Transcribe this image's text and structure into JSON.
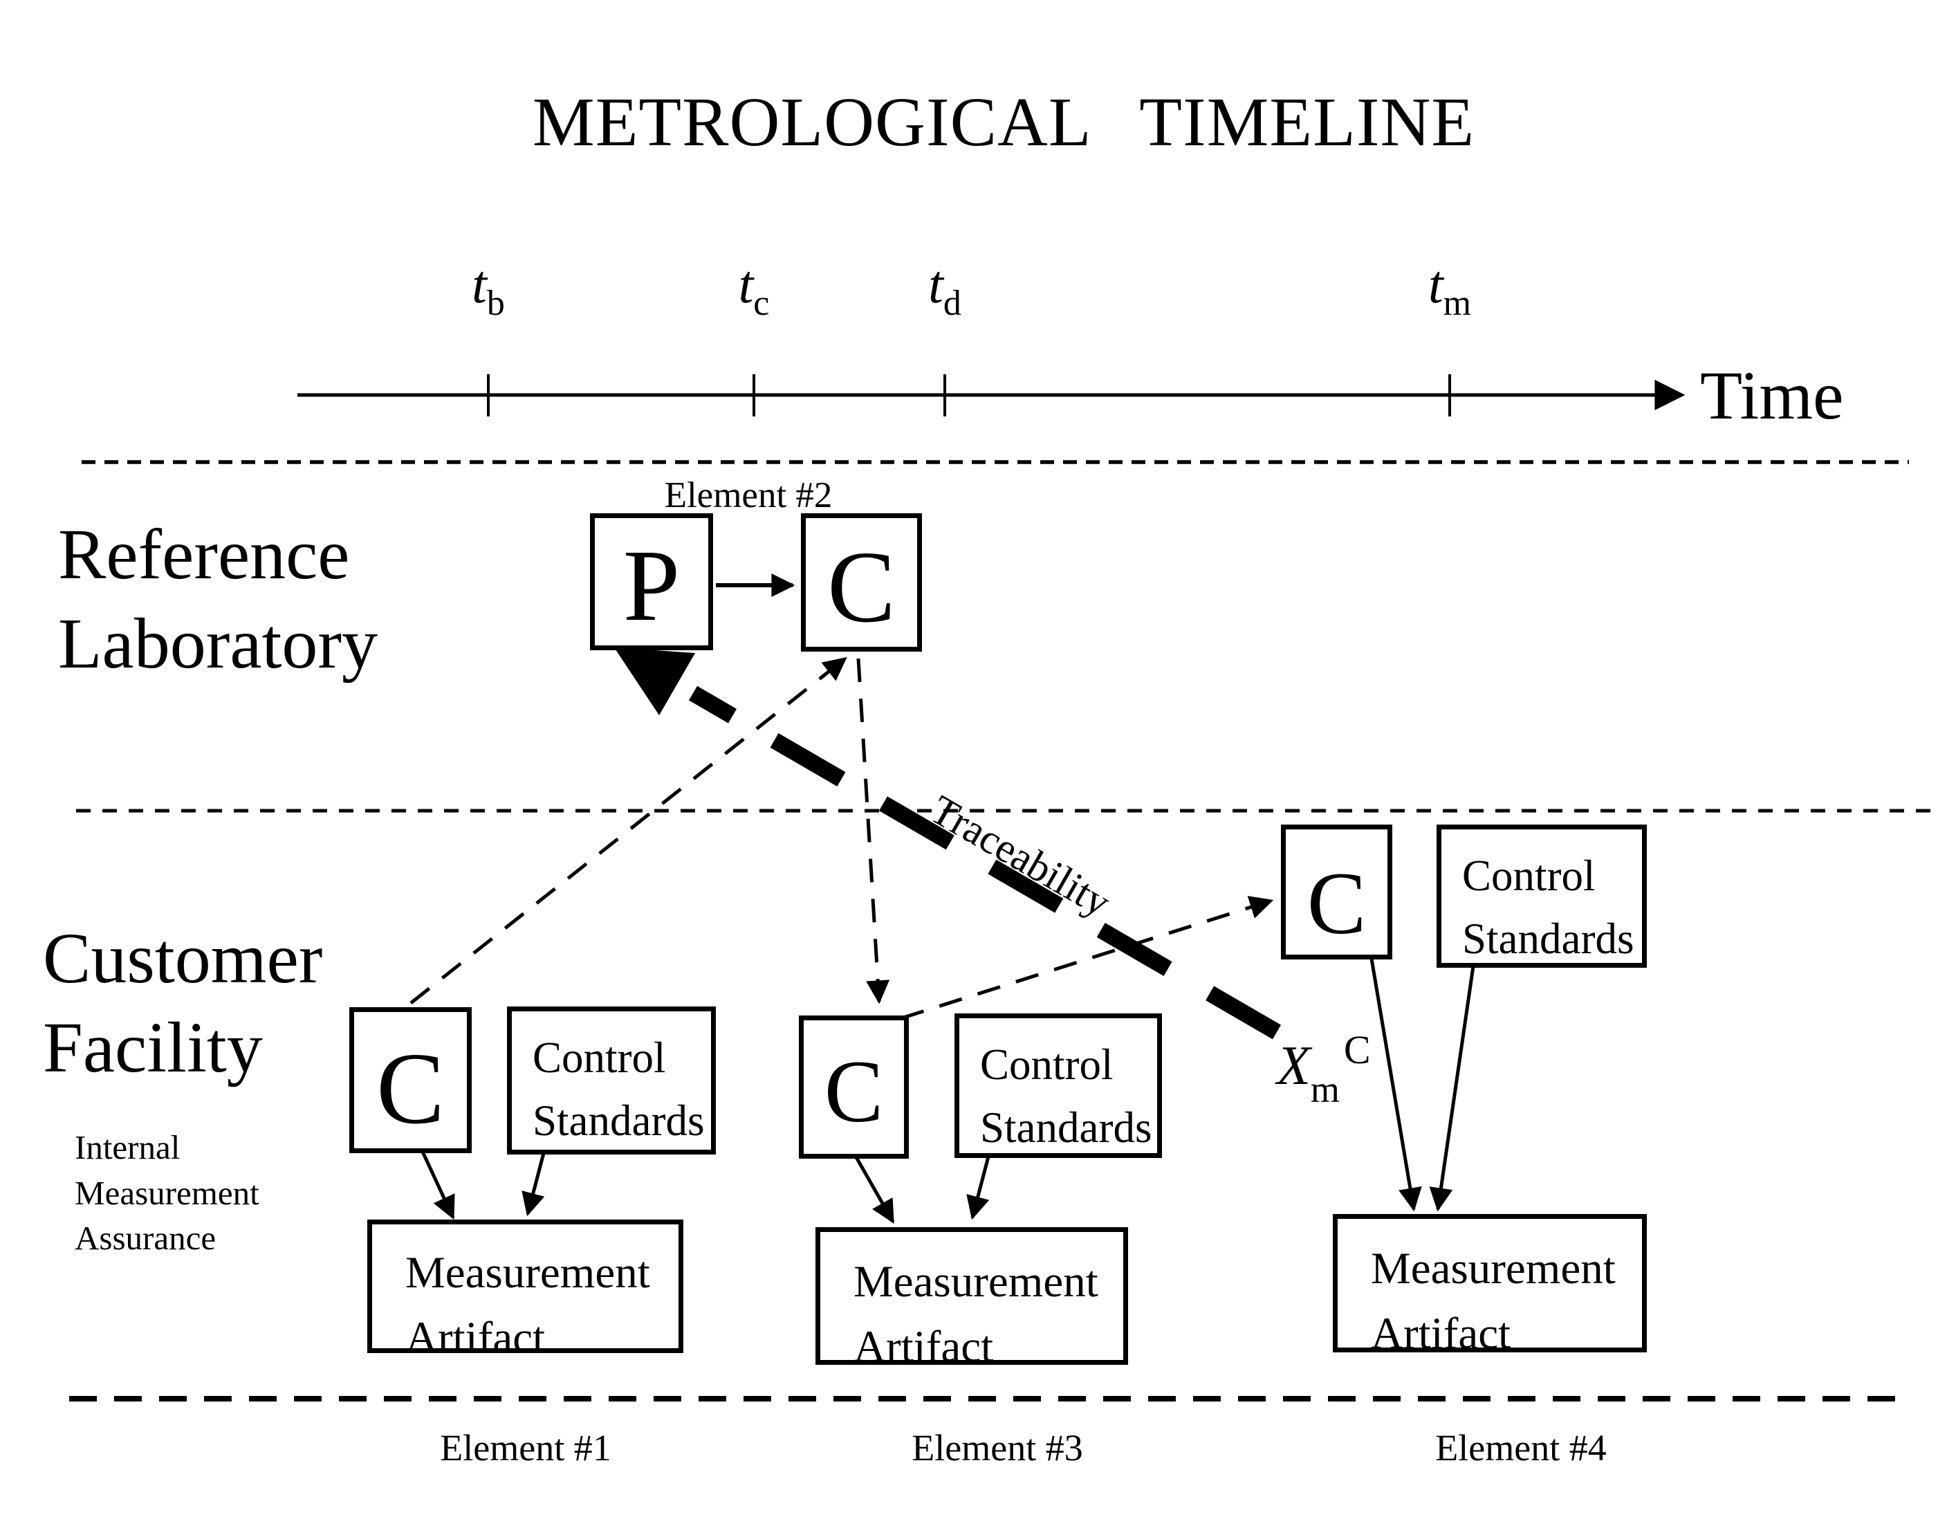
{
  "colors": {
    "ink": "#000000",
    "paper": "#ffffff"
  },
  "title": "METROLOGICAL TIMELINE",
  "timeline": {
    "axis_label": "Time",
    "ticks": [
      {
        "base": "t",
        "sub": "b"
      },
      {
        "base": "t",
        "sub": "c"
      },
      {
        "base": "t",
        "sub": "d"
      },
      {
        "base": "t",
        "sub": "m"
      }
    ]
  },
  "lanes": {
    "reference": {
      "line1": "Reference",
      "line2": "Laboratory"
    },
    "customer": {
      "line1": "Customer",
      "line2": "Facility"
    },
    "internal_note": {
      "line1": "Internal",
      "line2": "Measurement",
      "line3": "Assurance"
    }
  },
  "reference_lab": {
    "element2_label": "Element #2",
    "p_box": "P",
    "c_box": "C"
  },
  "customer": {
    "element1": {
      "c_box": "C",
      "control": {
        "line1": "Control",
        "line2": "Standards"
      },
      "artifact": {
        "line1": "Measurement",
        "line2": "Artifact"
      },
      "caption": "Element #1"
    },
    "element3": {
      "c_box": "C",
      "control": {
        "line1": "Control",
        "line2": "Standards"
      },
      "artifact": {
        "line1": "Measurement",
        "line2": "Artifact"
      },
      "caption": "Element #3"
    },
    "element4": {
      "c_box": "C",
      "control": {
        "line1": "Control",
        "line2": "Standards"
      },
      "artifact": {
        "line1": "Measurement",
        "line2": "Artifact"
      },
      "caption": "Element #4"
    }
  },
  "annotations": {
    "traceability": "Traceability",
    "xmc": {
      "base": "X",
      "sub": "m",
      "sup": "C"
    }
  }
}
